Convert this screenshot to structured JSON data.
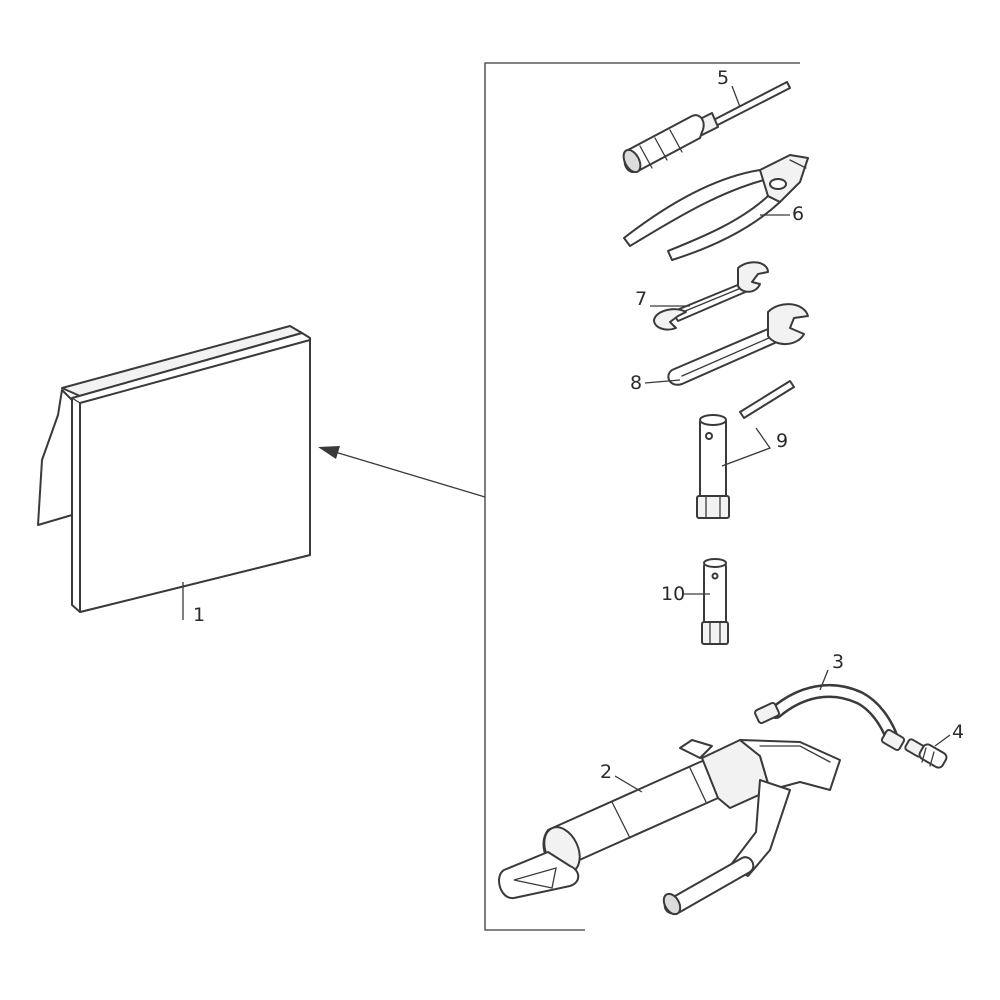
{
  "callouts": [
    {
      "id": "manual",
      "label": "1"
    },
    {
      "id": "grease-gun",
      "label": "2"
    },
    {
      "id": "hose",
      "label": "3"
    },
    {
      "id": "nozzle",
      "label": "4"
    },
    {
      "id": "screwdriver",
      "label": "5"
    },
    {
      "id": "pliers",
      "label": "6"
    },
    {
      "id": "small-wrench",
      "label": "7"
    },
    {
      "id": "large-wrench",
      "label": "8"
    },
    {
      "id": "socket-wrench",
      "label": "9"
    },
    {
      "id": "plug-socket",
      "label": "10"
    }
  ]
}
